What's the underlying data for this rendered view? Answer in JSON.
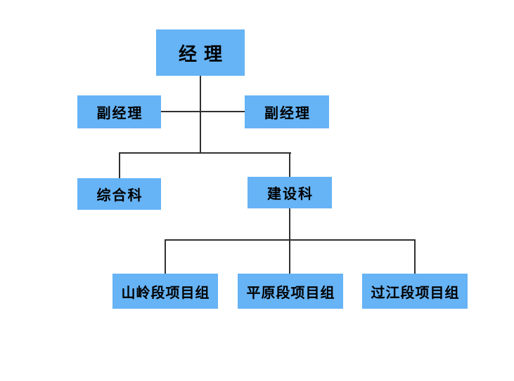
{
  "diagram": {
    "type": "org-chart",
    "background_color": "#ffffff",
    "colors": {
      "node_fill": "#66b3f5",
      "connector": "#303030",
      "node_text": "#000000"
    },
    "nodes": {
      "manager": {
        "label": "经理",
        "level": 1
      },
      "deputy_manager_left": {
        "label": "副经理",
        "level": 2
      },
      "deputy_manager_right": {
        "label": "副经理",
        "level": 2
      },
      "general_affairs_section": {
        "label": "综合科",
        "level": 3
      },
      "construction_section": {
        "label": "建设科",
        "level": 3
      },
      "mountain_segment_team": {
        "label": "山岭段项目组",
        "level": 4
      },
      "plain_segment_team": {
        "label": "平原段项目组",
        "level": 4
      },
      "river_crossing_segment_team": {
        "label": "过江段项目组",
        "level": 4
      }
    },
    "edges": [
      {
        "from": "manager",
        "to": "deputy_manager_left"
      },
      {
        "from": "manager",
        "to": "deputy_manager_right"
      },
      {
        "from": "manager",
        "to": "general_affairs_section"
      },
      {
        "from": "manager",
        "to": "construction_section"
      },
      {
        "from": "construction_section",
        "to": "mountain_segment_team"
      },
      {
        "from": "construction_section",
        "to": "plain_segment_team"
      },
      {
        "from": "construction_section",
        "to": "river_crossing_segment_team"
      }
    ]
  }
}
